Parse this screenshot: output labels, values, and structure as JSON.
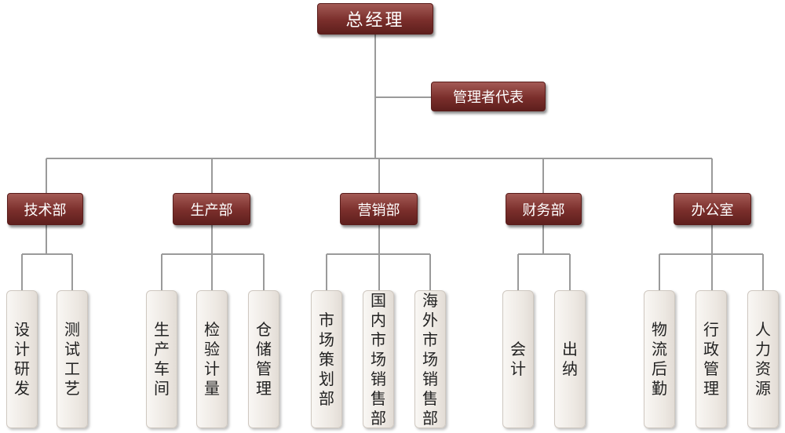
{
  "root": {
    "label": "总经理"
  },
  "representative": {
    "label": "管理者代表"
  },
  "departments": [
    {
      "label": "技术部",
      "units": [
        "设计研发",
        "测试工艺"
      ]
    },
    {
      "label": "生产部",
      "units": [
        "生产车间",
        "检验计量",
        "仓储管理"
      ]
    },
    {
      "label": "营销部",
      "units": [
        "市场策划部",
        "国内市场销售部",
        "海外市场销售部"
      ]
    },
    {
      "label": "财务部",
      "units": [
        "会　计",
        "出　纳"
      ]
    },
    {
      "label": "办公室",
      "units": [
        "物流后勤",
        "行政管理",
        "人力资源"
      ]
    }
  ]
}
